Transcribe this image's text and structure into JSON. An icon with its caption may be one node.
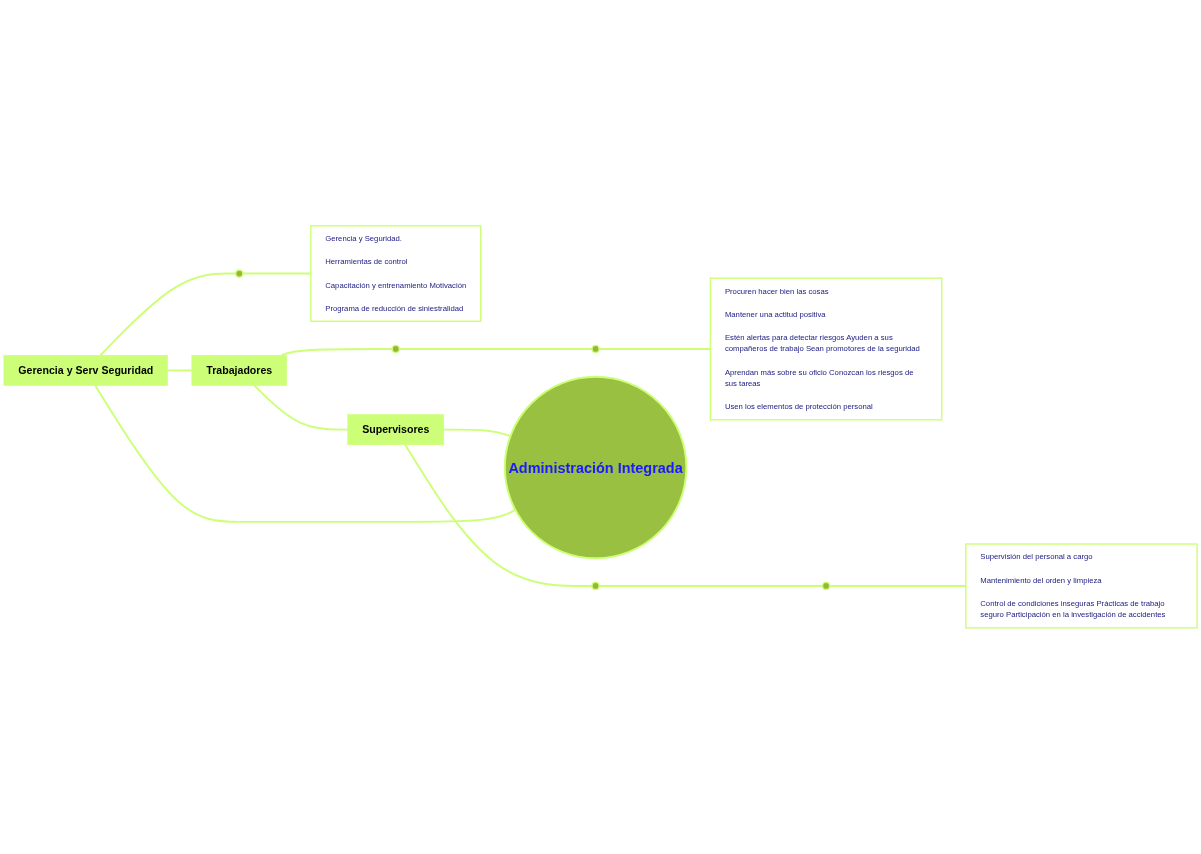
{
  "diagram": {
    "nodes": [
      {
        "text": [
          "Gerencia y Serv Seguridad"
        ]
      },
      {
        "text": [
          "Gerencia y Seguridad.",
          "Herramientas de control",
          "Capacitación y entrenamiento Motivación",
          "Programa de reducción de siniestralidad"
        ]
      },
      {
        "text": [],
        "shape": "circle"
      },
      {
        "text": [
          "Trabajadores"
        ]
      },
      {
        "text": [],
        "shape": "circle"
      },
      {
        "text": [
          "Procuren hacer bien las cosas",
          "Mantener una actitud positiva",
          "Estén alertas para detectar riesgos Ayuden a sus compañeros de trabajo Sean promotores de la seguridad",
          "Aprendan más sobre su oficio Conozcan los riesgos de sus tareas",
          "Usen los elementos de protección personal"
        ]
      },
      {
        "text": [],
        "shape": "circle"
      },
      {
        "text": [
          "Administración Integrada"
        ]
      },
      {
        "text": [
          "Supervisores"
        ]
      },
      {
        "text": [],
        "shape": "circle"
      },
      {
        "text": [
          "Supervisión del personal a cargo",
          "Mantenimiento del orden y limpieza",
          "Control de condiciones inseguras Prácticas de trabajo seguro Participación en la investigación de accidentes"
        ]
      },
      {
        "text": [],
        "shape": "circle"
      }
    ],
    "edges": [
      {
        "from": 7,
        "to": 0,
        "arrow": "none"
      },
      {
        "from": 0,
        "to": 3,
        "arrow": "none"
      },
      {
        "from": 3,
        "to": 8,
        "arrow": "none"
      },
      {
        "from": 8,
        "to": 7,
        "arrow": "none"
      },
      {
        "from": 0,
        "to": 2,
        "arrow": "none"
      },
      {
        "from": 2,
        "to": 1,
        "arrow": "none"
      },
      {
        "from": 3,
        "to": 4,
        "arrow": "none"
      },
      {
        "from": 4,
        "to": 6,
        "arrow": "none"
      },
      {
        "from": 6,
        "to": 5,
        "arrow": "none"
      },
      {
        "from": 8,
        "to": 9,
        "arrow": "none"
      },
      {
        "from": 9,
        "to": 11,
        "arrow": "none"
      },
      {
        "from": 11,
        "to": 10,
        "arrow": "none"
      }
    ]
  }
}
